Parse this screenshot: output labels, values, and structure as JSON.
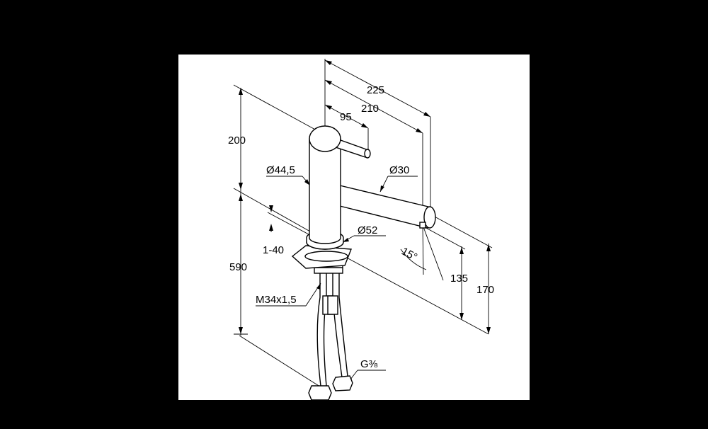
{
  "drawing": {
    "background_color": "#000000",
    "sheet_color": "#ffffff",
    "line_color": "#000000"
  },
  "dimensions": {
    "d225": "225",
    "d210": "210",
    "d95": "95",
    "d200": "200",
    "dia44": "Ø44,5",
    "dia30": "Ø30",
    "dia52": "Ø52",
    "d1_40": "1-40",
    "d590": "590",
    "angle15": "15°",
    "d135": "135",
    "d170": "170",
    "thread": "M34x1,5",
    "g38": "G⅜"
  }
}
